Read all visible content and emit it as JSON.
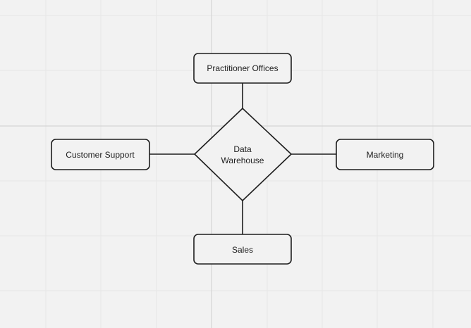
{
  "diagram": {
    "center_node": {
      "line1": "Data",
      "line2": "Warehouse"
    },
    "nodes": {
      "top": {
        "label": "Practitioner Offices"
      },
      "left": {
        "label": "Customer Support"
      },
      "right": {
        "label": "Marketing"
      },
      "bottom": {
        "label": "Sales"
      }
    }
  },
  "colors": {
    "background": "#f2f2f2",
    "grid_minor": "#e7e7e7",
    "grid_major": "#dadada",
    "stroke": "#1e1e1e"
  }
}
